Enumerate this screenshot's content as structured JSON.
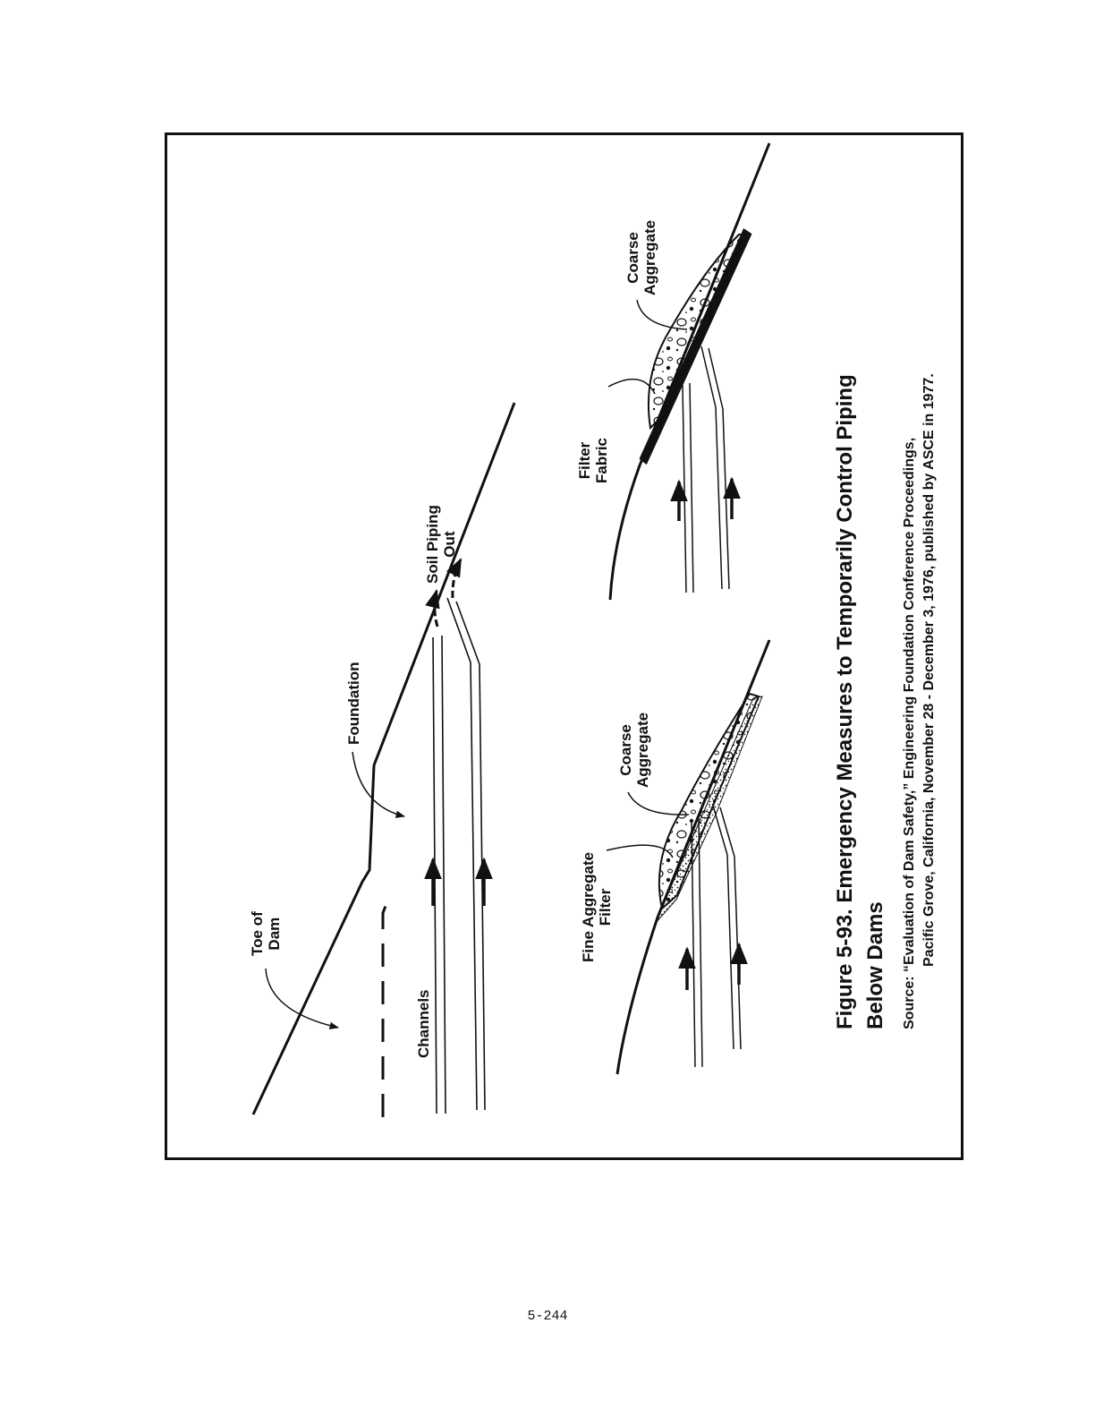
{
  "labels": {
    "toe_of_dam": [
      "Toe of",
      "Dam"
    ],
    "foundation": "Foundation",
    "channels": "Channels",
    "soil_piping_out": [
      "Soil Piping",
      "Out"
    ],
    "fine_aggregate_filter": [
      "Fine Aggregate",
      "Filter"
    ],
    "coarse_aggregate_left": [
      "Coarse",
      "Aggregate"
    ],
    "filter_fabric": [
      "Filter",
      "Fabric"
    ],
    "coarse_aggregate_right": [
      "Coarse",
      "Aggregate"
    ]
  },
  "caption": {
    "title_line1": "Figure 5-93.   Emergency Measures to Temporarily Control Piping",
    "title_line2": "Below Dams",
    "source_line1": "Source:  “Evaluation of Dam Safety,” Engineering Foundation Conference Proceedings,",
    "source_line2": "Pacific Grove, California, November 28 - December 3, 1976, published by ASCE in 1977."
  },
  "page_number": "5-244"
}
